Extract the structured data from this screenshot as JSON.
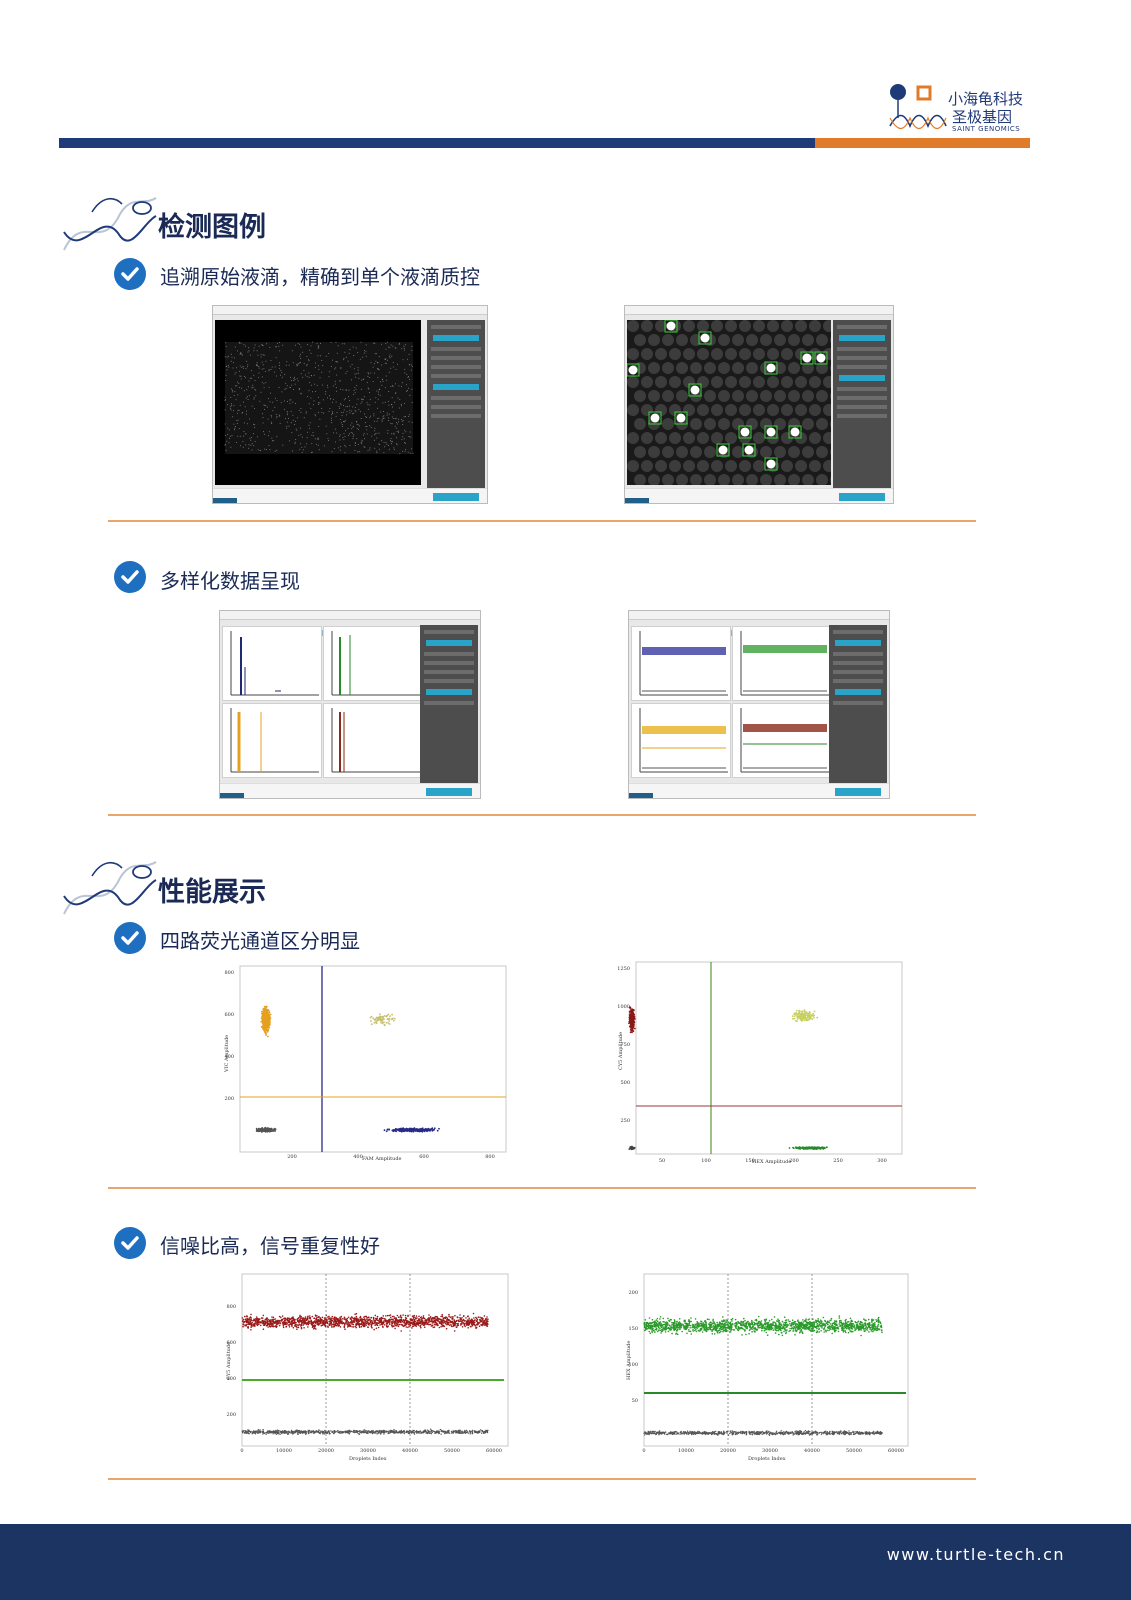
{
  "header": {
    "logo_cn_line1": "小海龟科技",
    "logo_cn_line2": "圣极基因",
    "logo_en": "SAINT GENOMICS",
    "colors": {
      "blue": "#1f3a78",
      "orange": "#e07b2a"
    }
  },
  "sections": [
    {
      "title": "检测图例",
      "subsections": [
        {
          "label": "追溯原始液滴，精确到单个液滴质控"
        },
        {
          "label": "多样化数据呈现"
        }
      ]
    },
    {
      "title": "性能展示",
      "subsections": [
        {
          "label": "四路荧光通道区分明显"
        },
        {
          "label": "信噪比高，信号重复性好"
        }
      ]
    }
  ],
  "scatter_plots": {
    "left": {
      "xlabel": "FAM Amplitude",
      "ylabel": "VIC Amplitude",
      "x_ticks": [
        "200",
        "400",
        "600",
        "800"
      ],
      "y_ticks": [
        "200",
        "400",
        "600",
        "800"
      ]
    },
    "right": {
      "xlabel": "HEX Amplitude",
      "ylabel": "CY5 Amplitude",
      "x_ticks": [
        "50",
        "100",
        "150",
        "200",
        "250",
        "300"
      ],
      "y_ticks": [
        "250",
        "500",
        "750",
        "1000",
        "1250"
      ]
    }
  },
  "index_plots": {
    "left": {
      "xlabel": "Droplets Index",
      "ylabel": "CY5 Amplitude",
      "x_ticks": [
        "0",
        "10000",
        "20000",
        "30000",
        "40000",
        "50000",
        "60000"
      ],
      "y_ticks": [
        "200",
        "400",
        "600",
        "800"
      ]
    },
    "right": {
      "xlabel": "Droplets Index",
      "ylabel": "HEX Amplitude",
      "x_ticks": [
        "0",
        "10000",
        "20000",
        "30000",
        "40000",
        "50000",
        "60000"
      ],
      "y_ticks": [
        "50",
        "100",
        "150",
        "200"
      ]
    }
  },
  "footer": {
    "url": "www.turtle-tech.cn",
    "color": "#1c3461"
  }
}
